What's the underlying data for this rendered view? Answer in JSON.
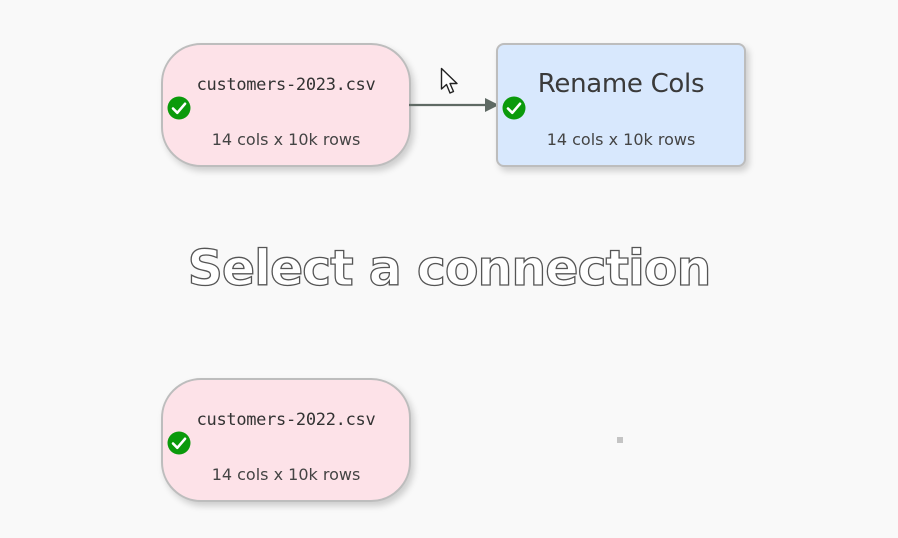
{
  "canvas": {
    "hint": "Select a connection"
  },
  "nodes": {
    "file_2023": {
      "title": "customers-2023.csv",
      "subtitle": "14 cols x 10k rows",
      "status": "check-icon",
      "fill": "#fde2e8"
    },
    "rename_cols": {
      "title": "Rename Cols",
      "subtitle": "14 cols x 10k rows",
      "status": "check-icon",
      "fill": "#d8e8fd"
    },
    "file_2022": {
      "title": "customers-2022.csv",
      "subtitle": "14 cols x 10k rows",
      "status": "check-icon",
      "fill": "#fde2e8"
    }
  },
  "colors": {
    "status_ok": "#0b9a0b",
    "connector": "#5f6a64"
  }
}
